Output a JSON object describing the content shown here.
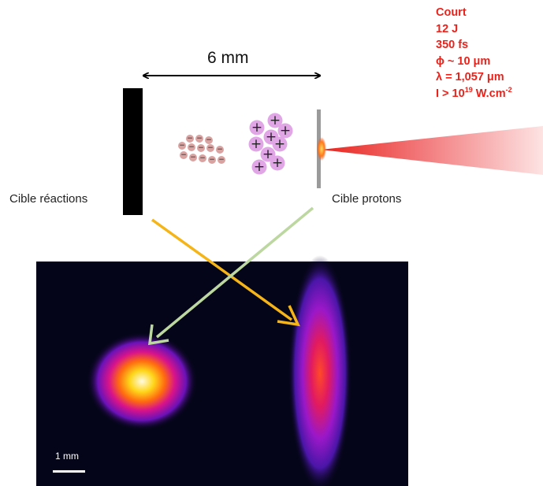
{
  "distance_label": "6 mm",
  "laser_params": {
    "mode": "Court",
    "energy": "12 J",
    "duration": "350 fs",
    "spot": "ϕ ~ 10 μm",
    "wavelength": "λ = 1,057 μm",
    "intensity_prefix": "I > 10",
    "intensity_exp": "19",
    "intensity_unit": " W.cm",
    "intensity_unit_exp": "-2"
  },
  "labels": {
    "reaction_target": "Cible réactions",
    "proton_target": "Cible protons"
  },
  "electron_sign": "−",
  "proton_sign": "+",
  "scale_bar_label": "1 mm",
  "colors": {
    "laser": "#e8231c",
    "arrow_yellow": "#f5b417",
    "arrow_green": "#bcd8a0",
    "target": "#000000",
    "electron": "#d9a3a1",
    "proton": "#e0a6e6",
    "detector_bg": "#05051a"
  }
}
